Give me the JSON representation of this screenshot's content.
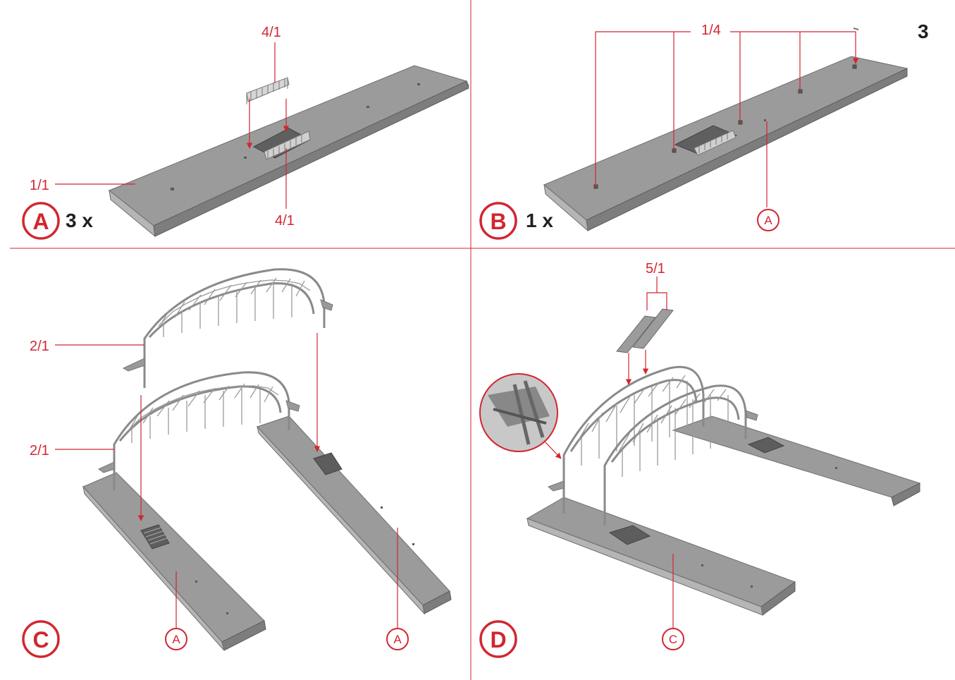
{
  "page_number": "3",
  "steps": {
    "a": {
      "letter": "A",
      "quantity": "3 x",
      "part_top": "4/1",
      "part_bottom": "4/1",
      "part_plate": "1/1"
    },
    "b": {
      "letter": "B",
      "quantity": "1 x",
      "part_posts": "1/4",
      "ref": "A"
    },
    "c": {
      "letter": "C",
      "part_arch_1": "2/1",
      "part_arch_2": "2/1",
      "ref_left": "A",
      "ref_right": "A"
    },
    "d": {
      "letter": "D",
      "part_roof": "5/1",
      "ref": "C"
    }
  },
  "colors": {
    "accent": "#d22630",
    "plate": "#9b9b9b",
    "divider": "#d22630"
  }
}
